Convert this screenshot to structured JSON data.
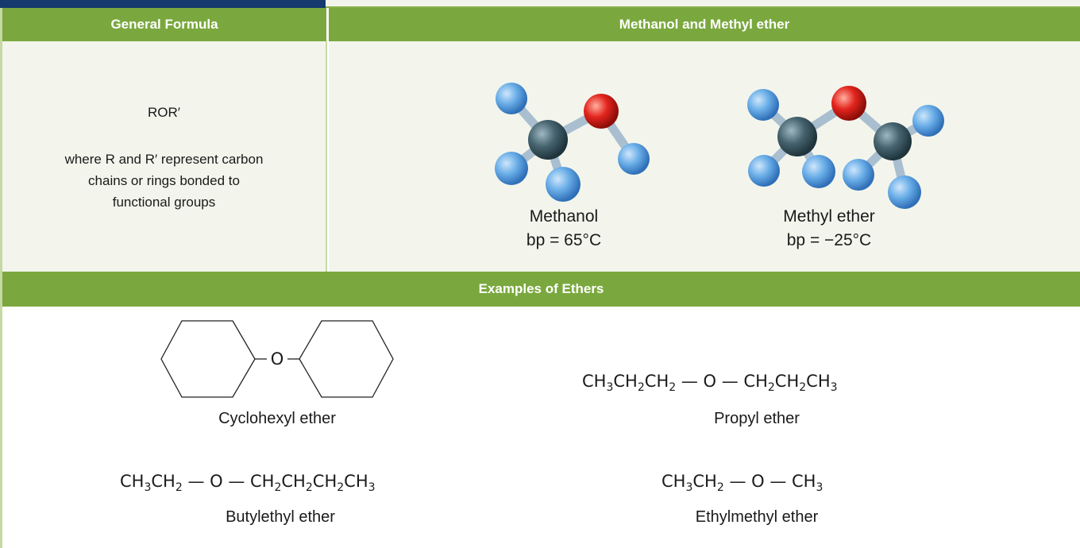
{
  "headers": {
    "general_formula": "General Formula",
    "methanol_methyl_ether": "Methanol and Methyl ether",
    "examples": "Examples of Ethers"
  },
  "general": {
    "formula": "ROR′",
    "description": "where R and R′ represent carbon chains or rings bonded to functional groups"
  },
  "molecules": {
    "methanol": {
      "name": "Methanol",
      "bp": "bp = 65°C"
    },
    "methyl_ether": {
      "name": "Methyl ether",
      "bp": "bp = −25°C"
    }
  },
  "examples": {
    "cyclohexyl": {
      "oxygen": "O",
      "name": "Cyclohexyl ether"
    },
    "propyl": {
      "name": "Propyl ether"
    },
    "butylethyl": {
      "name": "Butylethyl ether"
    },
    "ethylmethyl": {
      "name": "Ethylmethyl ether"
    }
  },
  "colors": {
    "header_green": "#7aa83e",
    "cell_tint": "#f3f5ec",
    "carbon": "#3d5a66",
    "hydrogen": "#5aa0e0",
    "oxygen": "#e0201c"
  }
}
